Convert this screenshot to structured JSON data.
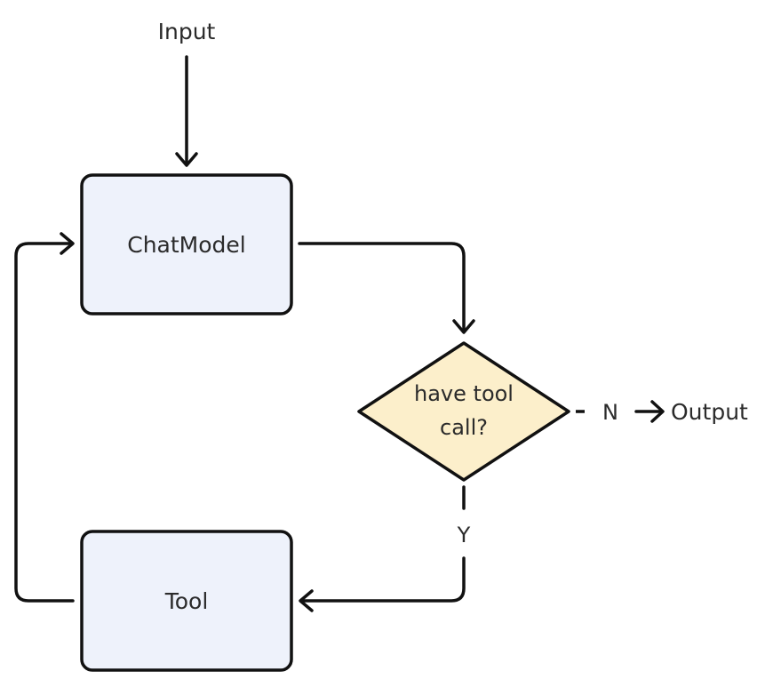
{
  "nodes": {
    "input": {
      "label": "Input"
    },
    "chat_model": {
      "label": "ChatModel"
    },
    "decision": {
      "line1": "have tool",
      "line2": "call?"
    },
    "tool": {
      "label": "Tool"
    },
    "output": {
      "label": "Output"
    }
  },
  "edges": {
    "no_label": "N",
    "yes_label": "Y"
  },
  "colors": {
    "process_fill": "#EEF2FB",
    "decision_fill": "#FCEFCB",
    "stroke": "#111111"
  }
}
